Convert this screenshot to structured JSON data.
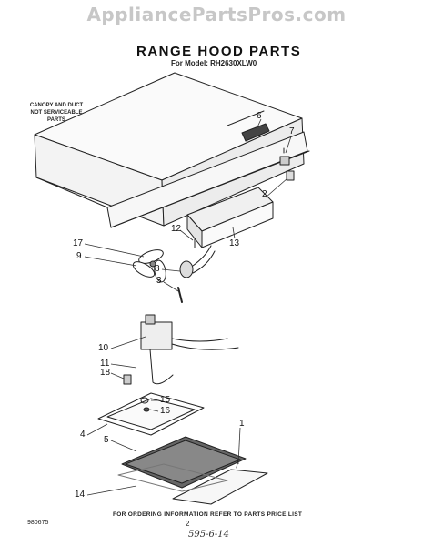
{
  "watermark": "AppliancePartsPros.com",
  "title": "RANGE HOOD PARTS",
  "model_line": "For Model: RH2630XLW0",
  "note": "CANOPY AND DUCT NOT SERVICEABLE PARTS",
  "callouts": {
    "c1": "1",
    "c2": "2",
    "c3": "3",
    "c4": "4",
    "c5": "5",
    "c6": "6",
    "c7": "7",
    "c8": "8",
    "c9": "9",
    "c10": "10",
    "c11": "11",
    "c12": "12",
    "c13": "13",
    "c14": "14",
    "c15": "15",
    "c16": "16",
    "c17": "17",
    "c18": "18"
  },
  "footer": {
    "order_note": "FOR ORDERING INFORMATION REFER TO PARTS PRICE LIST",
    "part_number": "980675",
    "page_number": "2",
    "handwritten": "595-6-14"
  }
}
